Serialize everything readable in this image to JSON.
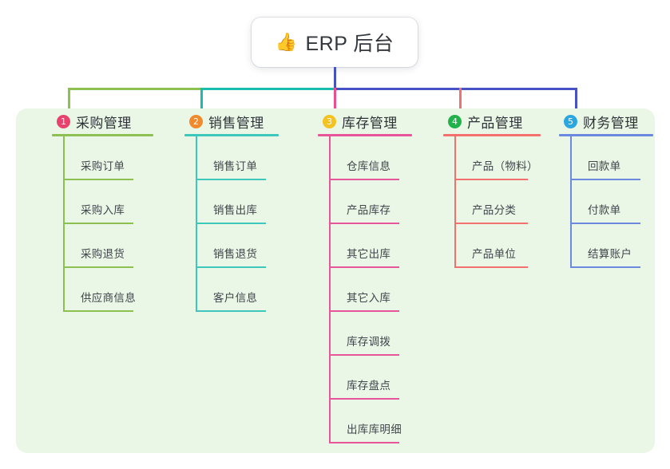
{
  "root": {
    "icon": "thumbs-up-icon",
    "icon_glyph": "👍",
    "title": "ERP 后台"
  },
  "panel": {
    "background": "#eaf6e6"
  },
  "connectors": {
    "trunk_color": "#4452c4",
    "bar_segments": [
      "#8cc152",
      "#1bbcae",
      "#4452c4"
    ],
    "drop_colors": [
      "#8cc152",
      "#1bbcae",
      "#ec4f91",
      "#f2706f",
      "#4452c4"
    ]
  },
  "columns": [
    {
      "index": "1",
      "badge_color": "#e8436c",
      "line_color": "#8cc152",
      "title": "采购管理",
      "items": [
        "采购订单",
        "采购入库",
        "采购退货",
        "供应商信息"
      ]
    },
    {
      "index": "2",
      "badge_color": "#f08a2c",
      "line_color": "#3ec7bb",
      "title": "销售管理",
      "items": [
        "销售订单",
        "销售出库",
        "销售退货",
        "客户信息"
      ]
    },
    {
      "index": "3",
      "badge_color": "#f4c221",
      "line_color": "#e8559b",
      "title": "库存管理",
      "items": [
        "仓库信息",
        "产品库存",
        "其它出库",
        "其它入库",
        "库存调拨",
        "库存盘点",
        "出库库明细"
      ]
    },
    {
      "index": "4",
      "badge_color": "#22b24c",
      "line_color": "#f4706f",
      "title": "产品管理",
      "items": [
        "产品（物料）",
        "产品分类",
        "产品单位"
      ]
    },
    {
      "index": "5",
      "badge_color": "#2aa7e0",
      "line_color": "#6b8adf",
      "title": "财务管理",
      "items": [
        "回款单",
        "付款单",
        "结算账户"
      ]
    }
  ]
}
